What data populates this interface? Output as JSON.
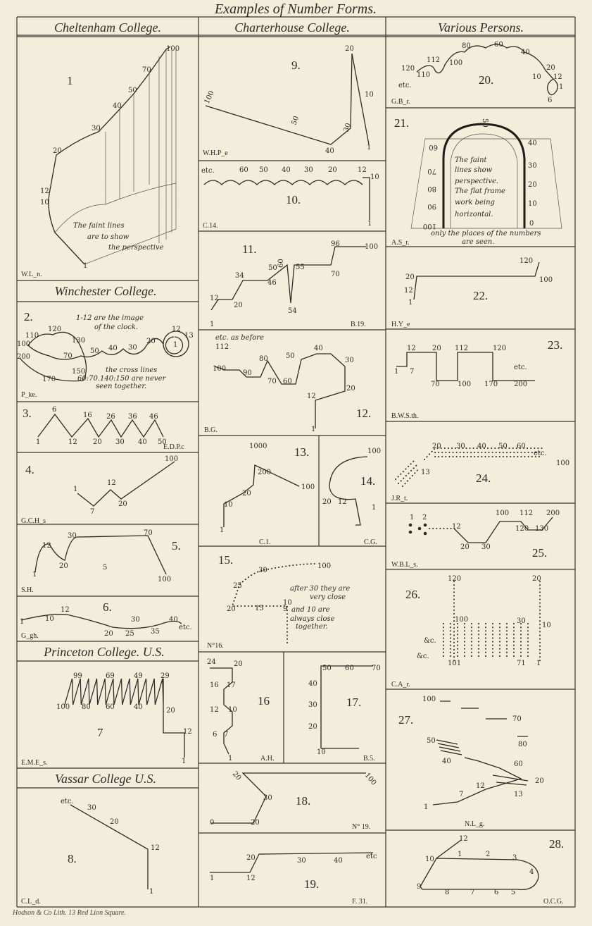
{
  "title": "Examples of Number Forms.",
  "columns": [
    "Cheltenham College.",
    "Charterhouse College.",
    "Various Persons."
  ],
  "sections": {
    "winchester": "Winchester College.",
    "princeton": "Princeton College. U.S.",
    "vassar": "Vassar College U.S."
  },
  "footer": "Hodson & Co Lith. 13 Red Lion Square.",
  "panels": {
    "p1": {
      "number": "1",
      "initials": "W.L_n.",
      "labels": [
        "100",
        "70",
        "50",
        "40",
        "30",
        "20",
        "12",
        "10",
        "1"
      ],
      "notes": [
        "The faint lines",
        "are to show",
        "the perspective"
      ]
    },
    "p2": {
      "number": "2.",
      "initials": "P_ke.",
      "labels": [
        "120",
        "110",
        "100",
        "200",
        "130",
        "70",
        "50",
        "40",
        "30",
        "20",
        "12",
        "13",
        "1",
        "150",
        "170"
      ],
      "notes": [
        "1-12 are the image",
        "of the clock.",
        "the cross lines",
        "60:70.140:150 are never",
        "seen together."
      ]
    },
    "p3": {
      "number": "3.",
      "initials": "E.D.P.c",
      "labels": [
        "6",
        "16",
        "26",
        "36",
        "46",
        "1",
        "12",
        "20",
        "30",
        "40",
        "50"
      ],
      "notes": []
    },
    "p4": {
      "number": "4.",
      "initials": "G.C.H_s",
      "labels": [
        "100",
        "1",
        "12",
        "7",
        "20"
      ],
      "notes": []
    },
    "p5": {
      "number": "5.",
      "initials": "S.H.",
      "labels": [
        "30",
        "70",
        "12",
        "20",
        "1",
        "100",
        "5"
      ],
      "notes": []
    },
    "p6": {
      "number": "6.",
      "initials": "G_gh.",
      "labels": [
        "12",
        "10",
        "1",
        "30",
        "40",
        "20",
        "25",
        "35",
        "etc."
      ],
      "notes": []
    },
    "p7": {
      "number": "7",
      "initials": "E.M.E_s.",
      "labels": [
        "99",
        "69",
        "49",
        "29",
        "100",
        "80",
        "60",
        "40",
        "20",
        "12",
        "1"
      ],
      "notes": []
    },
    "p8": {
      "number": "8.",
      "initials": "C.L_d.",
      "labels": [
        "etc.",
        "30",
        "20",
        "12",
        "1"
      ],
      "notes": []
    },
    "p9": {
      "number": "9.",
      "initials": "W.H.P_e",
      "labels": [
        "20",
        "10",
        "100",
        "50",
        "30",
        "40",
        "1"
      ],
      "notes": []
    },
    "p10": {
      "number": "10.",
      "initials": "C.14.",
      "labels": [
        "etc.",
        "60",
        "50",
        "40",
        "30",
        "20",
        "12",
        "10",
        "1"
      ],
      "notes": []
    },
    "p11": {
      "number": "11.",
      "initials": "B.19.",
      "labels": [
        "96",
        "100",
        "70",
        "50",
        "60",
        "55",
        "34",
        "46",
        "12",
        "20",
        "54",
        "1"
      ],
      "notes": []
    },
    "p12": {
      "number": "12.",
      "initials": "B.G.",
      "labels": [
        "112",
        "100",
        "90",
        "80",
        "70",
        "60",
        "50",
        "40",
        "30",
        "20",
        "12",
        "1"
      ],
      "notes": [
        "etc. as before"
      ]
    },
    "p13": {
      "number": "13.",
      "initials": "C.1.",
      "labels": [
        "1000",
        "200",
        "100",
        "20",
        "10",
        "1"
      ],
      "notes": []
    },
    "p14": {
      "number": "14.",
      "initials": "C.G.",
      "labels": [
        "100",
        "20",
        "12",
        "1"
      ],
      "notes": []
    },
    "p15": {
      "number": "15.",
      "initials": "N°16.",
      "labels": [
        "30",
        "100",
        "25",
        "20",
        "15",
        "10",
        "9"
      ],
      "notes": [
        "after 30 they are",
        "very close",
        "and 10 are",
        "always close",
        "together."
      ]
    },
    "p16": {
      "number": "16",
      "initials": "A.H.",
      "labels": [
        "24",
        "20",
        "16",
        "17",
        "12",
        "10",
        "6",
        "7",
        "1"
      ],
      "notes": []
    },
    "p17": {
      "number": "17.",
      "initials": "B.5.",
      "labels": [
        "50",
        "60",
        "70",
        "40",
        "30",
        "20",
        "10"
      ],
      "notes": []
    },
    "p18": {
      "number": "18.",
      "initials": "N° 19.",
      "labels": [
        "20",
        "100",
        "30",
        "0",
        "20"
      ],
      "notes": []
    },
    "p19": {
      "number": "19.",
      "initials": "F. 31.",
      "labels": [
        "20",
        "30",
        "40",
        "etc",
        "1",
        "12"
      ],
      "notes": []
    },
    "p20": {
      "number": "20.",
      "initials": "G.B_r.",
      "labels": [
        "80",
        "60",
        "40",
        "20",
        "112",
        "100",
        "120",
        "110",
        "10",
        "12",
        "1",
        "6",
        "etc."
      ],
      "notes": []
    },
    "p21": {
      "number": "21.",
      "initials": "A.S_r.",
      "labels": [
        "50",
        "60",
        "70",
        "80",
        "90",
        "100",
        "40",
        "30",
        "20",
        "10",
        "0"
      ],
      "notes": [
        "The faint",
        "lines show",
        "perspective.",
        "The flat frame",
        "work being",
        "horizontal.",
        "only the places of the numbers",
        "are seen."
      ]
    },
    "p22": {
      "number": "22.",
      "initials": "H.Y_e",
      "labels": [
        "120",
        "20",
        "100",
        "12",
        "1"
      ],
      "notes": []
    },
    "p23": {
      "number": "23.",
      "initials": "B.W.S.th.",
      "labels": [
        "12",
        "20",
        "112",
        "120",
        "1",
        "7",
        "70",
        "100",
        "170",
        "200",
        "etc."
      ],
      "notes": []
    },
    "p24": {
      "number": "24.",
      "initials": "J.R_t.",
      "labels": [
        "20",
        "30",
        "40",
        "50",
        "60",
        "etc.",
        "100",
        "13"
      ],
      "notes": []
    },
    "p25": {
      "number": "25.",
      "initials": "W.B.L_s.",
      "labels": [
        "1",
        "2",
        "12",
        "100",
        "112",
        "200",
        "120",
        "130",
        "20",
        "30"
      ],
      "notes": []
    },
    "p26": {
      "number": "26.",
      "initials": "C.A_r.",
      "labels": [
        "120",
        "20",
        "100",
        "30",
        "10",
        "&c.",
        "&c.",
        "101",
        "71",
        "1"
      ],
      "notes": []
    },
    "p27": {
      "number": "27.",
      "initials": "N.L_g.",
      "labels": [
        "100",
        "70",
        "50",
        "80",
        "40",
        "60",
        "20",
        "12",
        "7",
        "13",
        "1"
      ],
      "notes": []
    },
    "p28": {
      "number": "28.",
      "initials": "O.C.G.",
      "labels": [
        "12",
        "10",
        "1",
        "2",
        "3",
        "4",
        "9",
        "8",
        "7",
        "6",
        "5"
      ],
      "notes": []
    }
  }
}
